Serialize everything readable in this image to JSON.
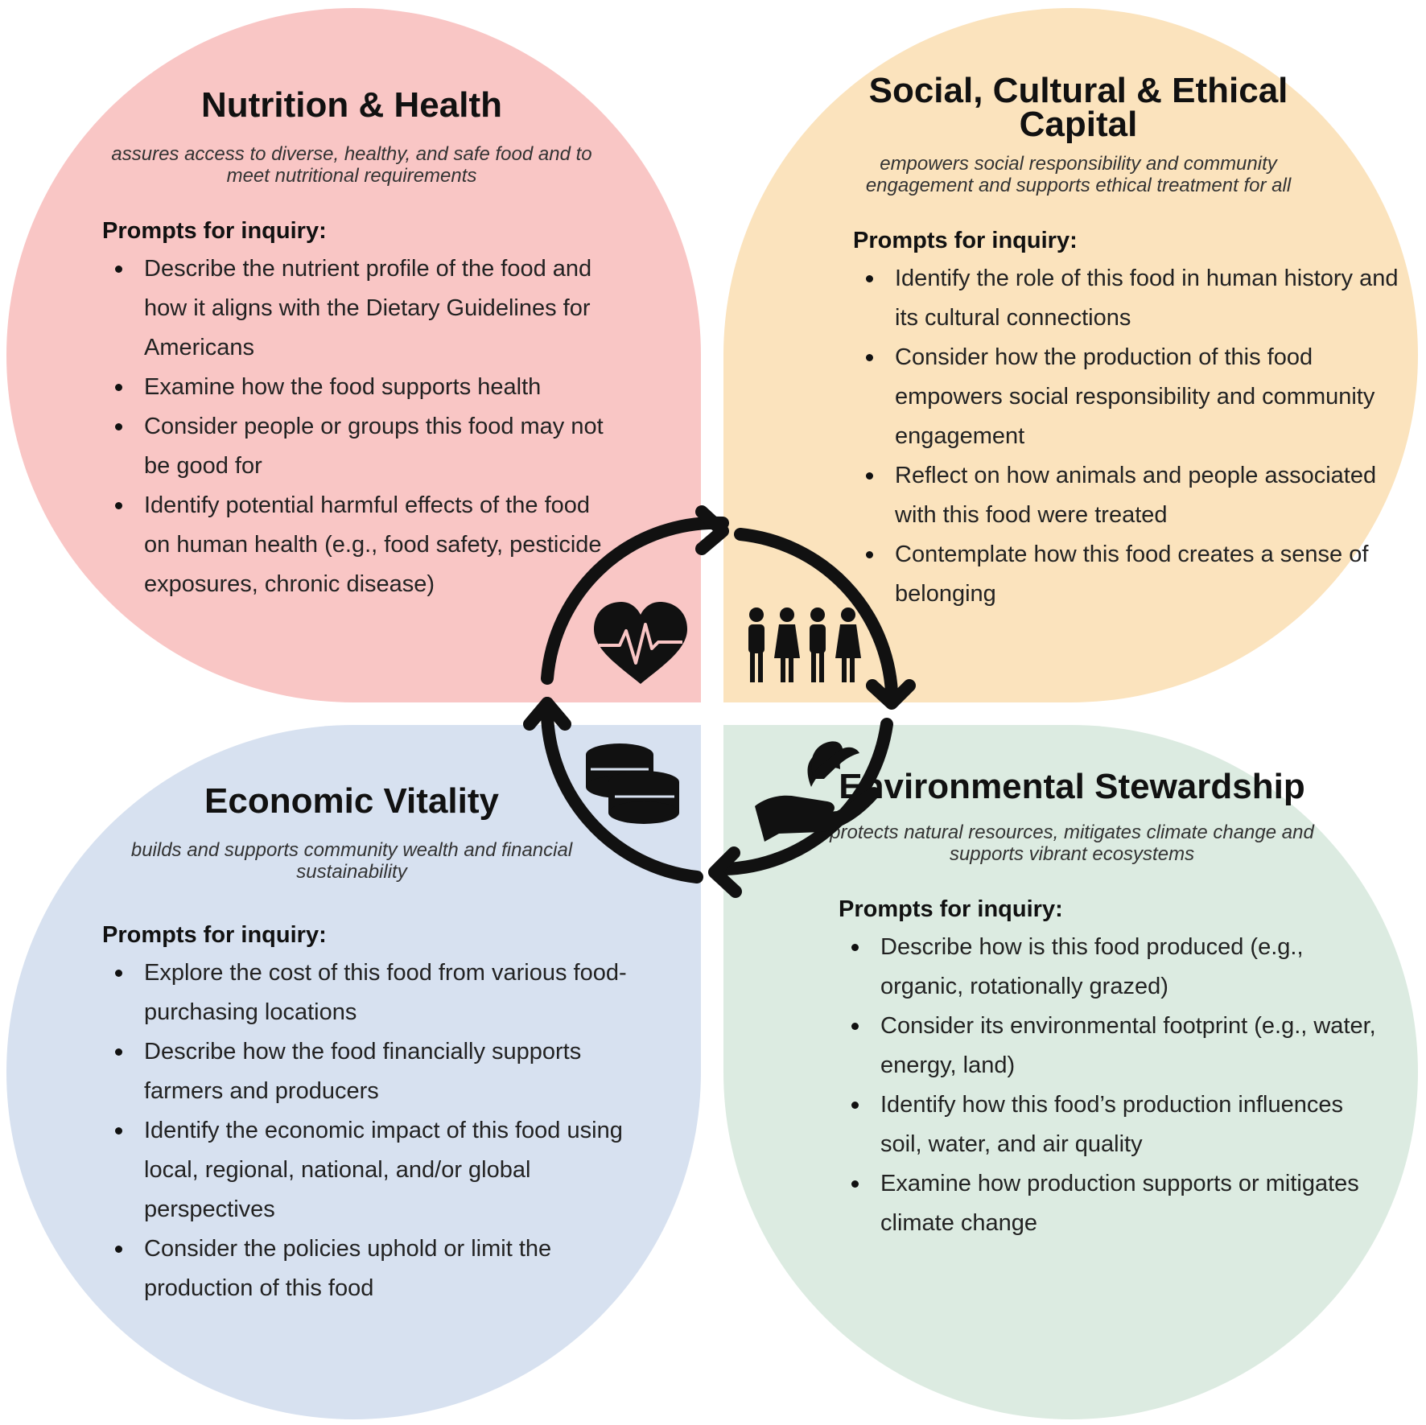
{
  "colors": {
    "nutrition": "#f9c6c5",
    "social": "#fbe3bd",
    "economic": "#d7e1f0",
    "environmental": "#dcebe1",
    "ink": "#111111"
  },
  "icons": {
    "nutrition": "heart-pulse-icon",
    "social": "people-icon",
    "economic": "coins-icon",
    "environmental": "hand-sprout-icon",
    "cycle": "cycle-arrows-icon"
  },
  "nutrition": {
    "title": "Nutrition & Health",
    "subtitle": "assures access to diverse, healthy, and safe food and to meet nutritional requirements",
    "prompts_label": "Prompts for inquiry:",
    "items": [
      "Describe the nutrient profile of the food and how it aligns with the Dietary Guidelines for Americans",
      "Examine how the food supports health",
      "Consider people or groups this food may not be good for",
      "Identify potential harmful effects of the food on human health (e.g., food safety, pesticide exposures, chronic disease)"
    ]
  },
  "social": {
    "title": "Social, Cultural & Ethical Capital",
    "subtitle": "empowers social responsibility and community engagement and supports ethical treatment for all",
    "prompts_label": "Prompts for inquiry:",
    "items": [
      "Identify the role of this food in human history and its cultural connections",
      "Consider how the production of this food empowers social responsibility and community engagement",
      "Reflect on how animals and people associated with this food were treated",
      "Contemplate how this food creates a sense of belonging"
    ]
  },
  "economic": {
    "title": "Economic Vitality",
    "subtitle": "builds and supports community wealth and financial sustainability",
    "prompts_label": "Prompts for inquiry:",
    "items": [
      "Explore the cost of this food from various food-purchasing locations",
      "Describe how the food financially supports farmers and producers",
      "Identify the economic impact of this food using local, regional, national, and/or global perspectives",
      "Consider the policies uphold or limit the production of this food"
    ]
  },
  "environmental": {
    "title": "Environmental Stewardship",
    "subtitle": "protects natural resources, mitigates climate change and supports vibrant ecosystems",
    "prompts_label": "Prompts for inquiry:",
    "items": [
      "Describe how is this food produced (e.g., organic, rotationally grazed)",
      "Consider its environmental footprint (e.g., water, energy, land)",
      "Identify how this food’s production influences soil, water, and air quality",
      "Examine how production supports or mitigates climate change"
    ]
  }
}
